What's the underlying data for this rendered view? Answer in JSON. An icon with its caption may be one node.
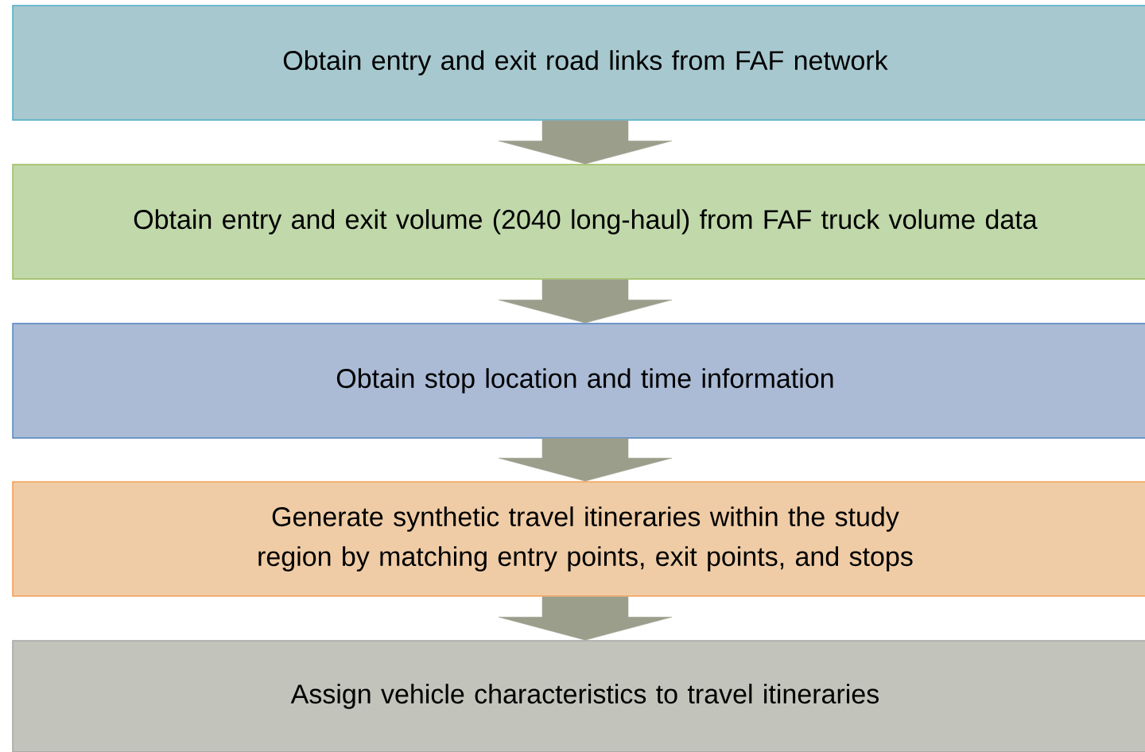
{
  "diagram": {
    "nodes": [
      {
        "text": [
          "Obtain entry and exit road links from FAF network"
        ]
      },
      {
        "text": [
          "Obtain entry and exit volume (2040 long-haul) from FAF truck volume data"
        ]
      },
      {
        "text": [
          "Obtain stop location and time information"
        ]
      },
      {
        "text": [
          "Generate synthetic travel itineraries within the study region by matching entry points, exit points, and stops"
        ]
      },
      {
        "text": [
          "Assign vehicle characteristics to travel itineraries"
        ]
      }
    ],
    "edges": [
      {
        "from": 0,
        "to": 1,
        "arrow": "to"
      },
      {
        "from": 1,
        "to": 2,
        "arrow": "to"
      },
      {
        "from": 2,
        "to": 3,
        "arrow": "to"
      },
      {
        "from": 3,
        "to": 4,
        "arrow": "to"
      }
    ]
  }
}
